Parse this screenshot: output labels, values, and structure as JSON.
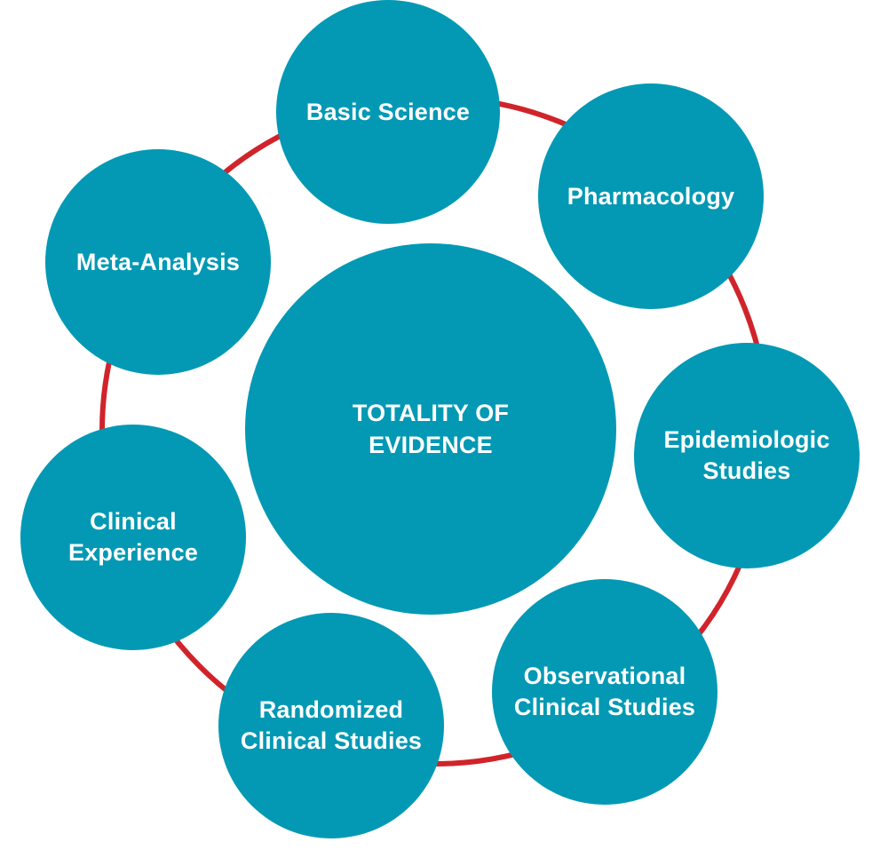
{
  "colors": {
    "circle_fill": "#0399b4",
    "ring_stroke": "#d1232a",
    "text": "#ffffff"
  },
  "center": {
    "line1": "TOTALITY OF",
    "line2": "EVIDENCE"
  },
  "nodes": {
    "basic_science": {
      "line1": "Basic Science"
    },
    "pharmacology": {
      "line1": "Pharmacology"
    },
    "epidemiologic": {
      "line1": "Epidemiologic",
      "line2": "Studies"
    },
    "observational": {
      "line1": "Observational",
      "line2": "Clinical Studies"
    },
    "randomized": {
      "line1": "Randomized",
      "line2": "Clinical Studies"
    },
    "clinical_experience": {
      "line1": "Clinical",
      "line2": "Experience"
    },
    "meta_analysis": {
      "line1": "Meta-Analysis"
    }
  }
}
